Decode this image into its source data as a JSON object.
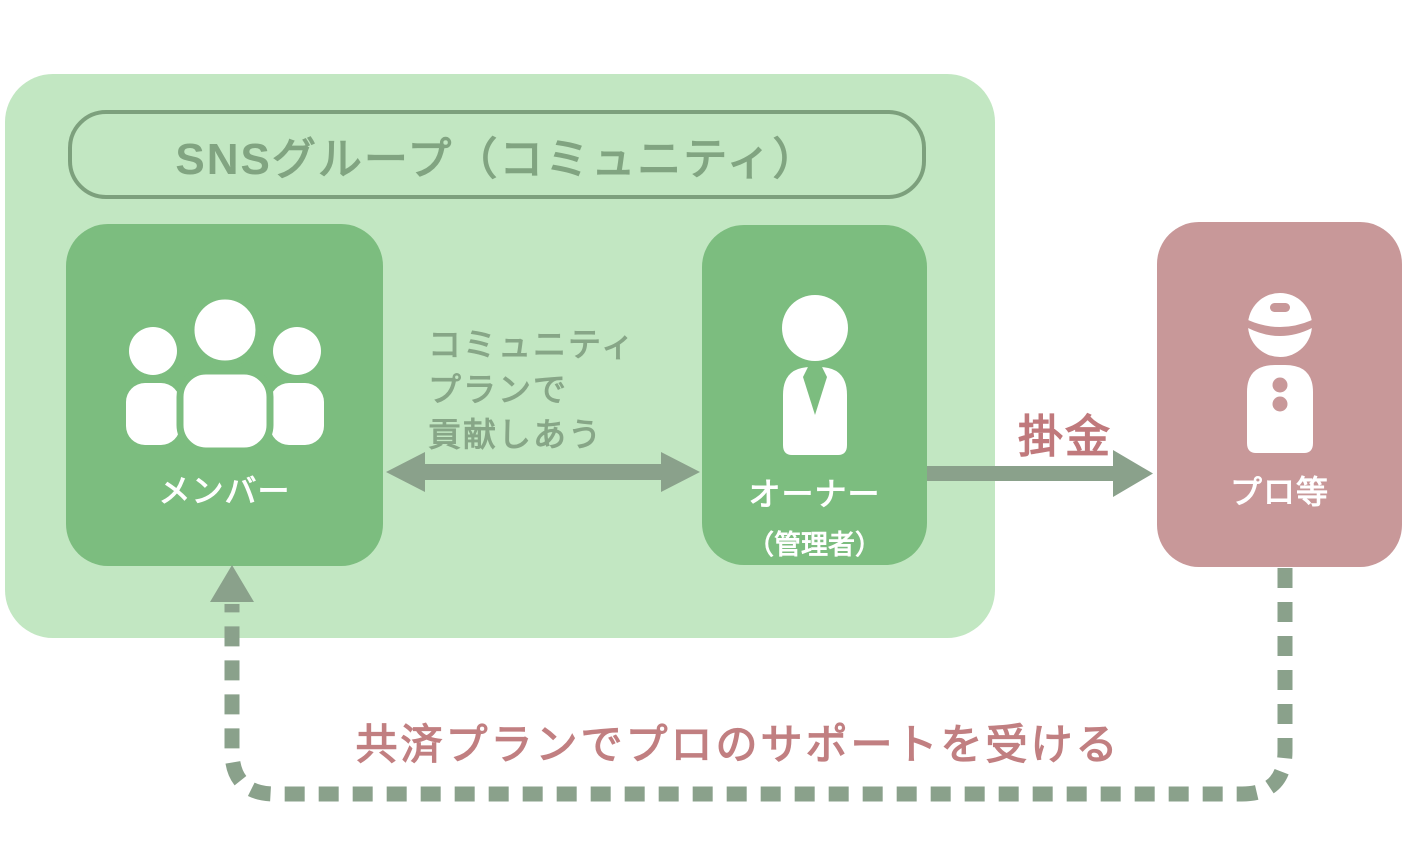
{
  "diagram": {
    "group": {
      "title": "SNSグループ（コミュニティ）"
    },
    "nodes": {
      "members": {
        "label": "メンバー",
        "icon": "people-group-icon"
      },
      "owner": {
        "label": "オーナー",
        "sublabel": "（管理者）",
        "icon": "person-tie-icon"
      },
      "pro": {
        "label": "プロ等",
        "icon": "worker-cap-icon"
      }
    },
    "edges": {
      "community": {
        "type": "double-arrow",
        "from": "members",
        "to": "owner",
        "lines": [
          "コミュニティ",
          "プランで",
          "貢献しあう"
        ]
      },
      "premium": {
        "type": "arrow",
        "from": "owner",
        "to": "pro",
        "label": "掛金"
      },
      "support": {
        "type": "dashed-arrow",
        "from": "pro",
        "to": "members",
        "label": "共済プランでプロのサポートを受ける"
      }
    },
    "colors": {
      "panel_bg": "#c2e7c2",
      "node_green": "#7cbd7f",
      "node_rose": "#c89899",
      "green_text": "#85a585",
      "rose_text": "#c0797c",
      "arrow": "#8aa18b",
      "icon_white": "#ffffff"
    }
  }
}
